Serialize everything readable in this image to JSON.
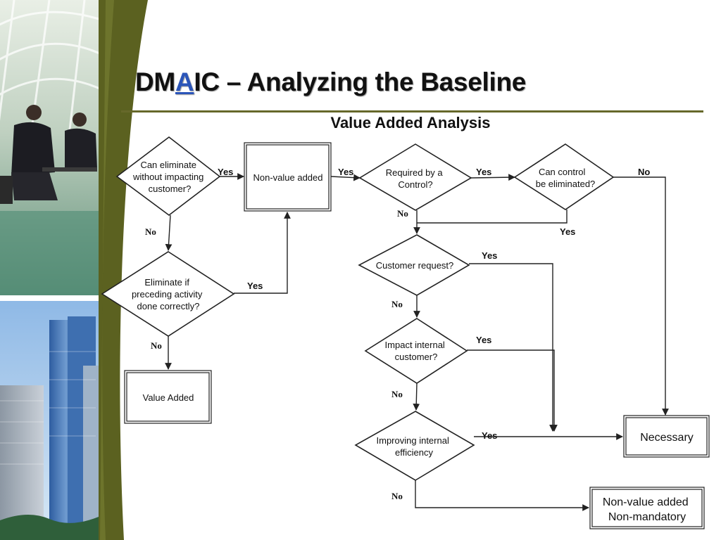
{
  "slide": {
    "title_pre": "DM",
    "title_accent": "A",
    "title_post": "IC – Analyzing the Baseline",
    "subtitle": "Value Added Analysis"
  },
  "flowchart": {
    "nodes": {
      "can_eliminate": [
        "Can eliminate",
        "without impacting",
        "customer?"
      ],
      "non_value_added": [
        "Non-value added"
      ],
      "required_by_control": [
        "Required by a",
        "Control?"
      ],
      "can_control": [
        "Can control",
        "be eliminated?"
      ],
      "eliminate_if_preceding": [
        "Eliminate if",
        "preceding activity",
        "done correctly?"
      ],
      "customer_request": [
        "Customer request?"
      ],
      "impact_internal": [
        "Impact internal",
        "customer?"
      ],
      "improving_efficiency": [
        "Improving internal",
        "efficiency"
      ],
      "value_added": [
        "Value Added"
      ],
      "necessary": [
        "Necessary"
      ],
      "nva_non_mandatory": [
        "Non-value added",
        "Non-mandatory"
      ]
    },
    "labels": {
      "yes": "Yes",
      "no": "No"
    }
  }
}
